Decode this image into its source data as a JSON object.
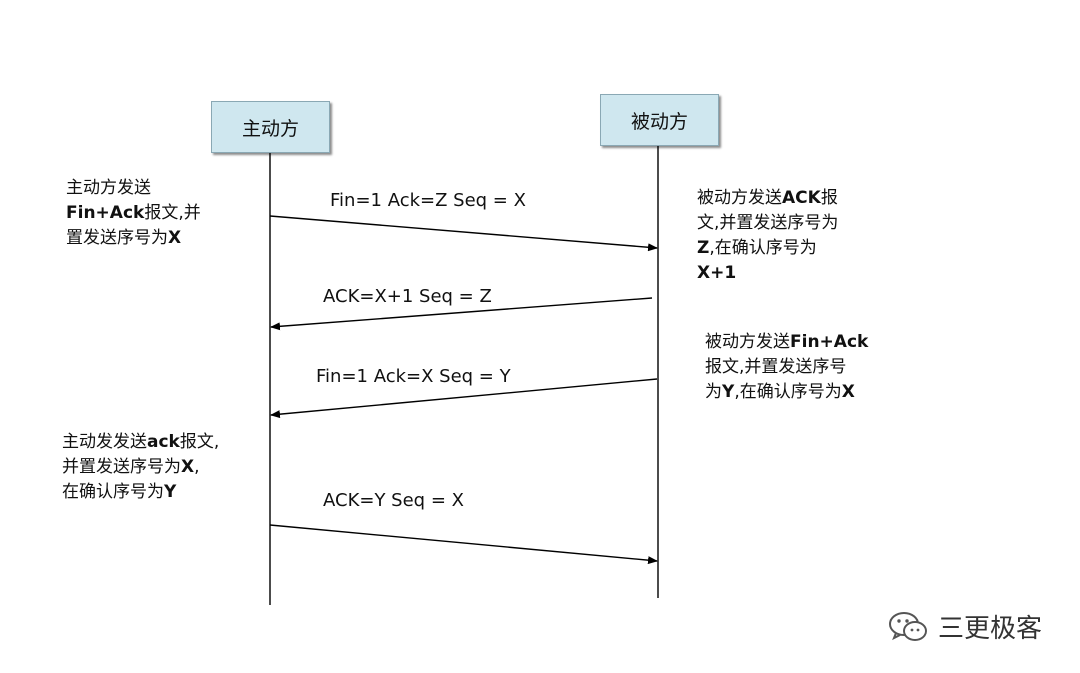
{
  "actors": {
    "active": "主动方",
    "passive": "被动方"
  },
  "messages": [
    {
      "label": "Fin=1 Ack=Z Seq = X",
      "direction": "right"
    },
    {
      "label": "ACK=X+1 Seq = Z",
      "direction": "left"
    },
    {
      "label": "Fin=1 Ack=X Seq = Y",
      "direction": "left"
    },
    {
      "label": "ACK=Y Seq = X",
      "direction": "right"
    }
  ],
  "notes": {
    "n1": {
      "l1": "主动方发送",
      "l2a": "Fin+Ack",
      "l2b": "报文,并",
      "l3a": "置发送序号为",
      "l3b": "X"
    },
    "n2": {
      "l1a": "被动方发送",
      "l1b": "ACK",
      "l1c": "报",
      "l2": "文,并置发送序号为",
      "l3a": "Z",
      "l3b": ",在确认序号为",
      "l4": "X+1"
    },
    "n3": {
      "l1a": "被动方发送",
      "l1b": "Fin+Ack",
      "l2": "报文,并置发送序号",
      "l3a": "为",
      "l3b": "Y",
      "l3c": ",在确认序号为",
      "l3d": "X"
    },
    "n4": {
      "l1a": "主动发发送",
      "l1b": "ack",
      "l1c": "报文,",
      "l2a": "并置发送序号为",
      "l2b": "X",
      "l2c": ",",
      "l3a": "在确认序号为",
      "l3b": "Y"
    }
  },
  "watermark": {
    "icon": "wechat-icon",
    "text": "三更极客"
  },
  "colors": {
    "actor_fill": "#cfe7ef",
    "actor_border": "#8aa8b4",
    "line": "#000000"
  }
}
